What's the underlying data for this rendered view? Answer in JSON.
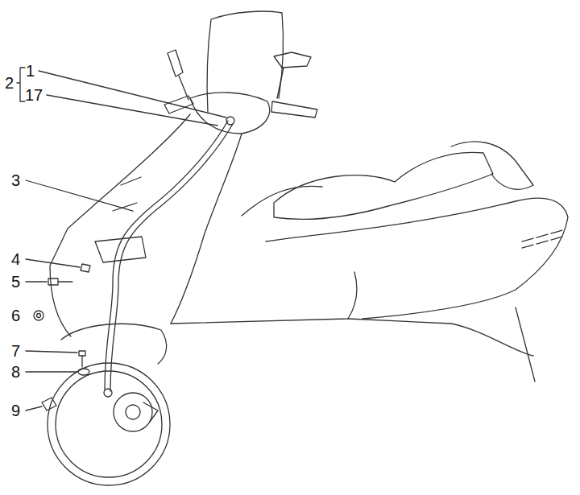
{
  "diagram": {
    "labels": [
      "2",
      "1",
      "17",
      "3",
      "4",
      "5",
      "6",
      "7",
      "8",
      "9"
    ]
  }
}
